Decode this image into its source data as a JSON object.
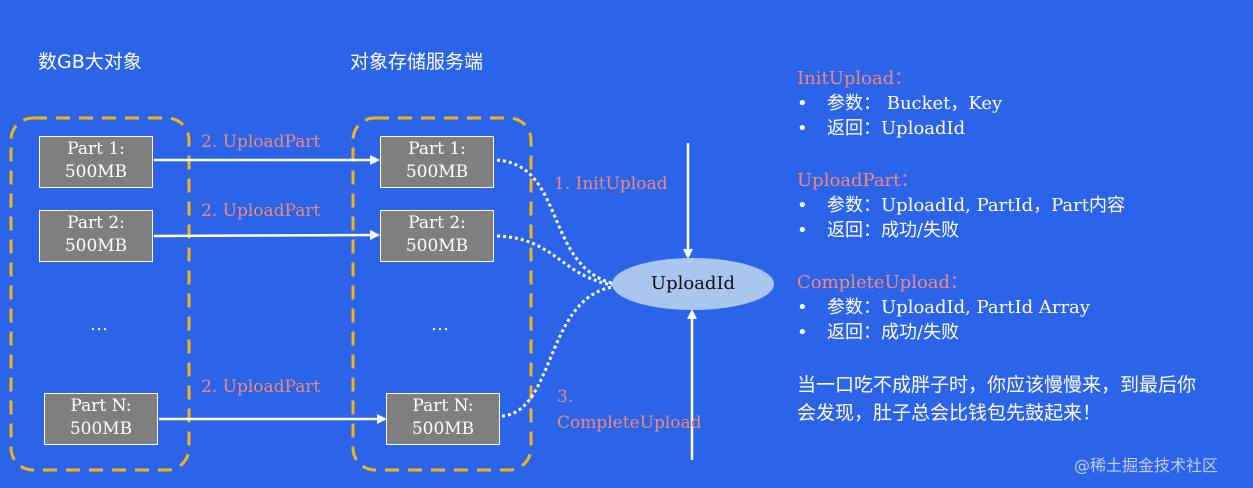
{
  "headings": {
    "left": "数GB大对象",
    "middle": "对象存储服务端"
  },
  "client_parts": [
    {
      "name": "Part 1:",
      "size": "500MB"
    },
    {
      "name": "Part 2:",
      "size": "500MB"
    },
    {
      "name": "Part N:",
      "size": "500MB"
    }
  ],
  "server_parts": [
    {
      "name": "Part 1:",
      "size": "500MB"
    },
    {
      "name": "Part 2:",
      "size": "500MB"
    },
    {
      "name": "Part N:",
      "size": "500MB"
    }
  ],
  "ellipsis": "…",
  "arrow_labels": {
    "upload_part_1": "2. UploadPart",
    "upload_part_2": "2. UploadPart",
    "upload_part_n": "2. UploadPart",
    "init_upload": "1. InitUpload",
    "complete_upload_num": "3.",
    "complete_upload": "CompleteUpload"
  },
  "ellipse_label": "UploadId",
  "api_docs": [
    {
      "title": "InitUpload：",
      "items": [
        "参数： Bucket，Key",
        "返回：UploadId"
      ]
    },
    {
      "title": "UploadPart：",
      "items": [
        "参数：UploadId, PartId，Part内容",
        "返回：成功/失败"
      ]
    },
    {
      "title": "CompleteUpload：",
      "items": [
        "参数：UploadId, PartId Array",
        "返回：成功/失败"
      ]
    }
  ],
  "bullet": "•",
  "motto": {
    "line1": "当一口吃不成胖子时，你应该慢慢来，到最后你",
    "line2": "会发现，肚子总会比钱包先鼓起来！"
  },
  "watermark": "@稀土掘金技术社区",
  "colors": {
    "background": "#2b63e9",
    "dashed_border": "#f2b515",
    "label_red": "#f08a7c",
    "part_box": "#7f7f7f",
    "ellipse": "#a9c6ee"
  }
}
